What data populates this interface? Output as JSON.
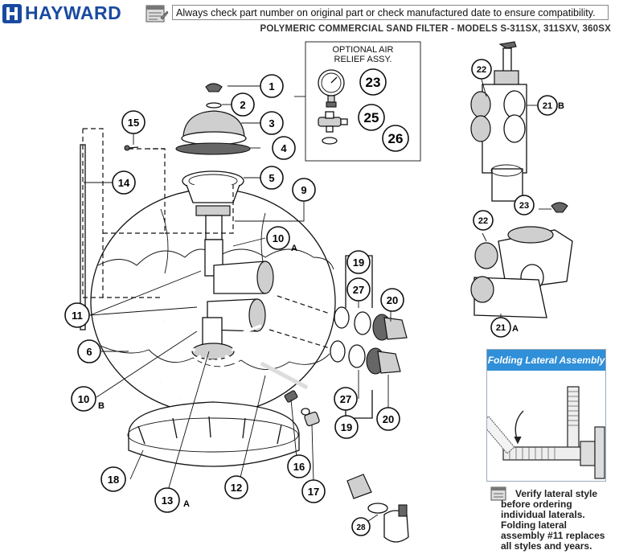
{
  "header": {
    "brand": "HAYWARD",
    "notice": "Always check part number on original part or check manufactured date to ensure compatibility.",
    "subtitle": "POLYMERIC COMMERCIAL SAND FILTER - MODELS S-311SX, 311SXV, 360SX"
  },
  "optional_box": {
    "title_line1": "OPTIONAL AIR",
    "title_line2": "RELIEF ASSY."
  },
  "callouts": {
    "c1": "1",
    "c2": "2",
    "c3": "3",
    "c4": "4",
    "c5": "5",
    "c6": "6",
    "c9": "9",
    "c10a": "10",
    "c10b": "10",
    "c11": "11",
    "c12": "12",
    "c13": "13",
    "c14": "14",
    "c15": "15",
    "c16": "16",
    "c17": "17",
    "c18": "18",
    "c19a": "19",
    "c19b": "19",
    "c20a": "20",
    "c20b": "20",
    "c21a": "21",
    "c21b": "21",
    "c22a": "22",
    "c22b": "22",
    "c23a": "23",
    "c23b": "23",
    "c25": "25",
    "c26": "26",
    "c27a": "27",
    "c27b": "27",
    "c28": "28"
  },
  "suffixes": {
    "s10a": "A",
    "s10b": "B",
    "s13": "A",
    "s21a": "A",
    "s21b": "B"
  },
  "lateral_box": {
    "title": "Folding Lateral Assembly"
  },
  "note": {
    "line1": "Verify lateral style",
    "line2": "before ordering",
    "line3": "individual laterals.",
    "line4": "Folding lateral",
    "line5": "assembly #11 replaces",
    "line6": "all styles and years."
  },
  "colors": {
    "brand_blue": "#1a4aa0",
    "lateral_header": "#2f8fd8"
  },
  "icons": {
    "logo": "hayward-logo-icon",
    "notice": "calendar-note-icon"
  }
}
